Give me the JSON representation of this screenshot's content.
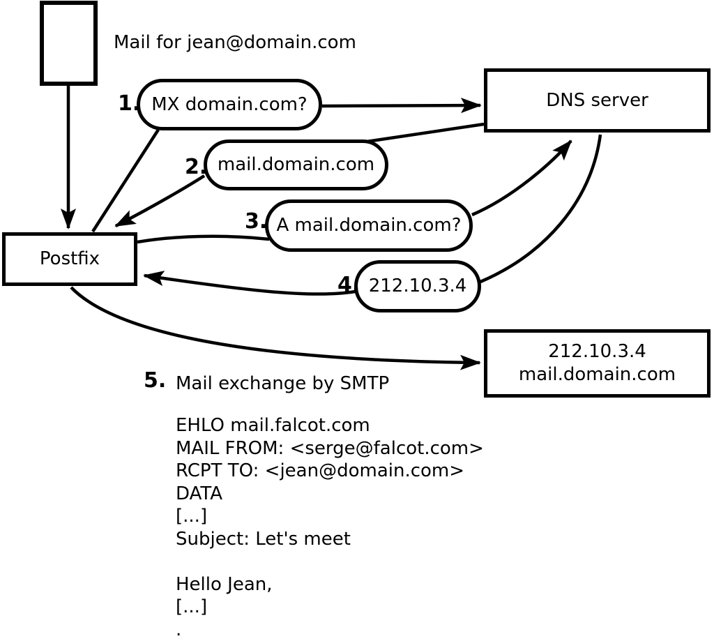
{
  "annotation": "Mail for jean@domain.com",
  "nodes": {
    "postfix": {
      "label": "Postfix"
    },
    "dns": {
      "label": "DNS server"
    },
    "mail_server": {
      "line1": "212.10.3.4",
      "line2": "mail.domain.com"
    }
  },
  "steps": {
    "s1": {
      "num": "1.",
      "label": "MX domain.com?"
    },
    "s2": {
      "num": "2.",
      "label": "mail.domain.com"
    },
    "s3": {
      "num": "3.",
      "label": "A mail.domain.com?"
    },
    "s4": {
      "num": "4.",
      "label": "212.10.3.4"
    },
    "s5": {
      "num": "5.",
      "label": "Mail exchange by SMTP"
    }
  },
  "smtp_session": "EHLO mail.falcot.com\nMAIL FROM: <serge@falcot.com>\nRCPT TO: <jean@domain.com>\nDATA\n[...]\nSubject: Let's meet\n\nHello Jean,\n[...]\n.",
  "colors": {
    "stroke": "#000000",
    "background": "#ffffff"
  }
}
